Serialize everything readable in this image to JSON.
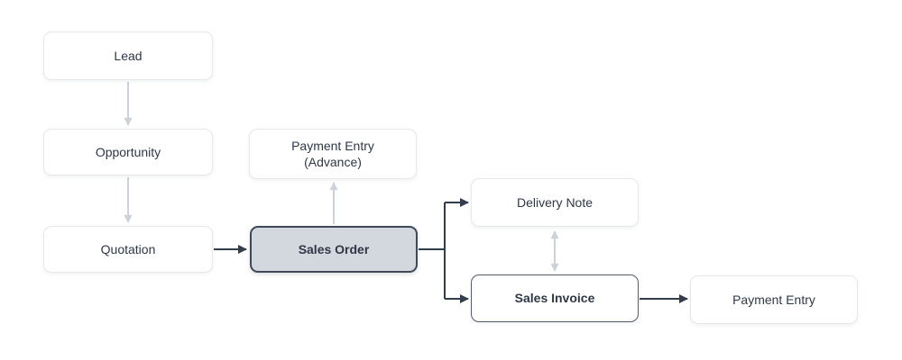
{
  "diagram": {
    "type": "flowchart",
    "nodes": {
      "lead": {
        "label": "Lead",
        "style": "default"
      },
      "opportunity": {
        "label": "Opportunity",
        "style": "default"
      },
      "quotation": {
        "label": "Quotation",
        "style": "default"
      },
      "payment_entry_advance": {
        "label_line1": "Payment Entry",
        "label_line2": "(Advance)",
        "style": "default"
      },
      "sales_order": {
        "label": "Sales Order",
        "style": "highlighted"
      },
      "delivery_note": {
        "label": "Delivery Note",
        "style": "default"
      },
      "sales_invoice": {
        "label": "Sales Invoice",
        "style": "outlined"
      },
      "payment_entry": {
        "label": "Payment Entry",
        "style": "default"
      }
    },
    "edges": [
      {
        "from": "lead",
        "to": "opportunity",
        "style": "light",
        "direction": "down"
      },
      {
        "from": "opportunity",
        "to": "quotation",
        "style": "light",
        "direction": "down"
      },
      {
        "from": "quotation",
        "to": "sales_order",
        "style": "dark",
        "direction": "right"
      },
      {
        "from": "sales_order",
        "to": "payment_entry_advance",
        "style": "light",
        "direction": "up"
      },
      {
        "from": "sales_order",
        "to": "delivery_note",
        "style": "dark",
        "direction": "branch-right"
      },
      {
        "from": "sales_order",
        "to": "sales_invoice",
        "style": "dark",
        "direction": "branch-right"
      },
      {
        "from": "delivery_note",
        "to": "sales_invoice",
        "style": "light",
        "direction": "both"
      },
      {
        "from": "sales_invoice",
        "to": "payment_entry",
        "style": "dark",
        "direction": "right"
      }
    ],
    "colors": {
      "canvas_bg": "#ffffff",
      "arrow_dark": "#333e4d",
      "arrow_light": "#ccd2d9",
      "node_fill": "#ffffff",
      "node_border": "#e4e7ec",
      "highlight_fill": "#d2d8dd",
      "highlight_border": "#3f4a58",
      "outlined_border": "#525c6a",
      "text": "#2f3747"
    }
  }
}
